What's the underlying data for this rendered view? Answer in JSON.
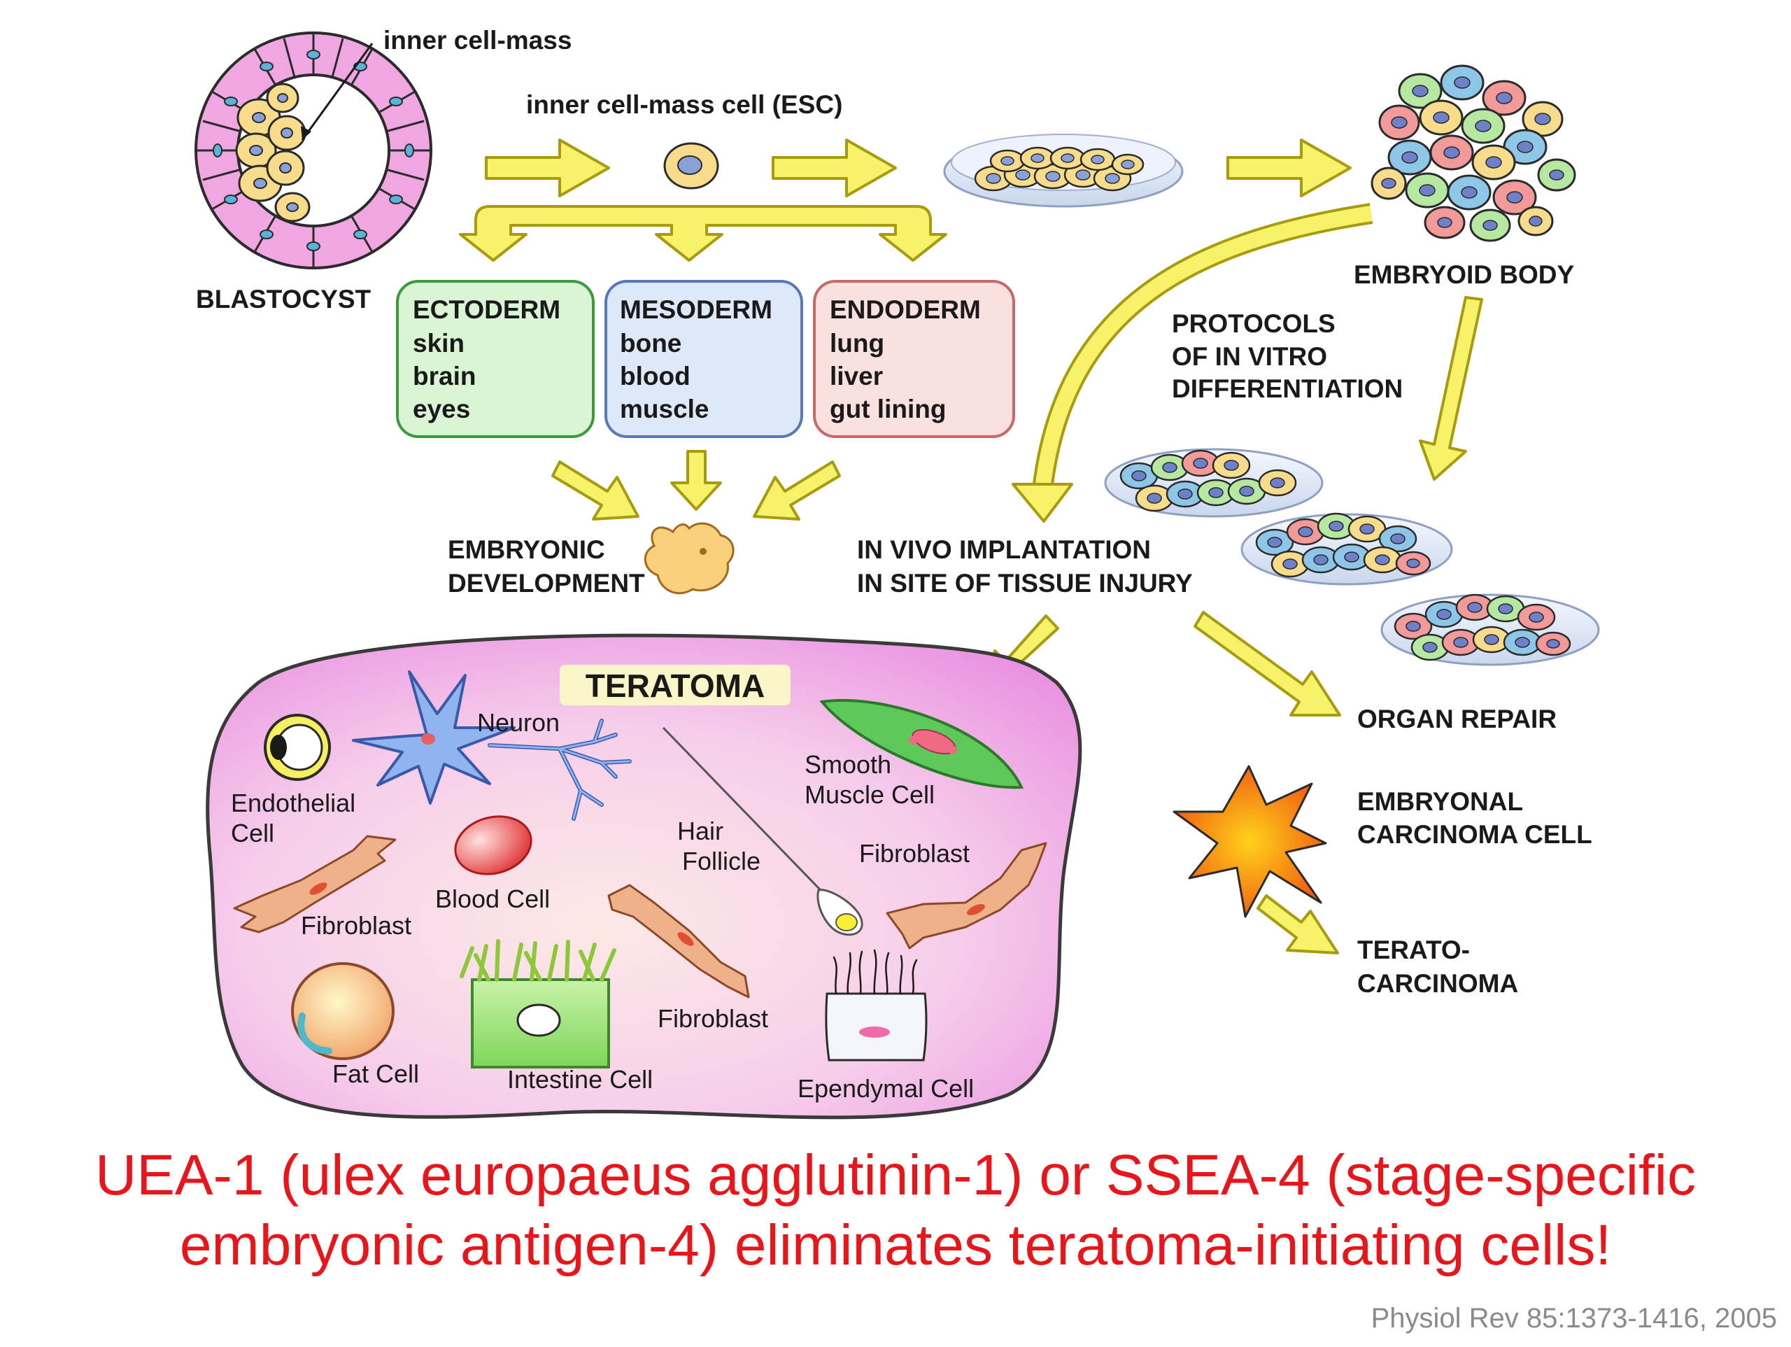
{
  "labels": {
    "inner_cell_mass": "inner cell-mass",
    "esc": "inner cell-mass cell (ESC)",
    "blastocyst": "BLASTOCYST",
    "embryoid_body": "EMBRYOID BODY",
    "protocols": [
      "PROTOCOLS",
      "OF IN VITRO",
      "DIFFERENTIATION"
    ],
    "embryonic_development": [
      "EMBRYONIC",
      "DEVELOPMENT"
    ],
    "in_vivo": [
      "IN VIVO IMPLANTATION",
      "IN SITE OF TISSUE INJURY"
    ],
    "organ_repair": "ORGAN REPAIR",
    "embryonal_carcinoma": [
      "EMBRYONAL",
      "CARCINOMA CELL"
    ],
    "teratocarcinoma": [
      "TERATO-",
      "CARCINOMA"
    ]
  },
  "germ_layers": [
    {
      "title": "ECTODERM",
      "items": [
        "skin",
        "brain",
        "eyes"
      ],
      "fill": "#d9f5d3",
      "stroke": "#3c9a3c"
    },
    {
      "title": "MESODERM",
      "items": [
        "bone",
        "blood",
        "muscle"
      ],
      "fill": "#dde8f8",
      "stroke": "#5a78b4"
    },
    {
      "title": "ENDODERM",
      "items": [
        "lung",
        "liver",
        "gut lining"
      ],
      "fill": "#fbe0e0",
      "stroke": "#c46a6a"
    }
  ],
  "teratoma": {
    "title": "TERATOMA",
    "neuron": "Neuron",
    "endothelial": [
      "Endothelial",
      "Cell"
    ],
    "smooth_muscle": [
      "Smooth",
      "Muscle Cell"
    ],
    "hair_follicle": [
      "Hair",
      "Follicle"
    ],
    "blood_cell": "Blood Cell",
    "fibroblast_left": "Fibroblast",
    "fibroblast_right": "Fibroblast",
    "fibroblast_center": "Fibroblast",
    "fat_cell": "Fat Cell",
    "intestine_cell": "Intestine Cell",
    "ependymal_cell": "Ependymal Cell"
  },
  "caption": {
    "line1": "UEA-1 (ulex europaeus agglutinin-1) or SSEA-4 (stage-specific",
    "line2": "embryonic antigen-4) eliminates teratoma-initiating cells!"
  },
  "citation": "Physiol Rev 85:1373-1416, 2005",
  "colors": {
    "arrow_fill": "#f7f26a",
    "arrow_stroke": "#a79c10",
    "caption": "#e8161b",
    "teratoma_fill": "#f2c4ef",
    "teratoma_stroke": "#3a3a3a"
  }
}
